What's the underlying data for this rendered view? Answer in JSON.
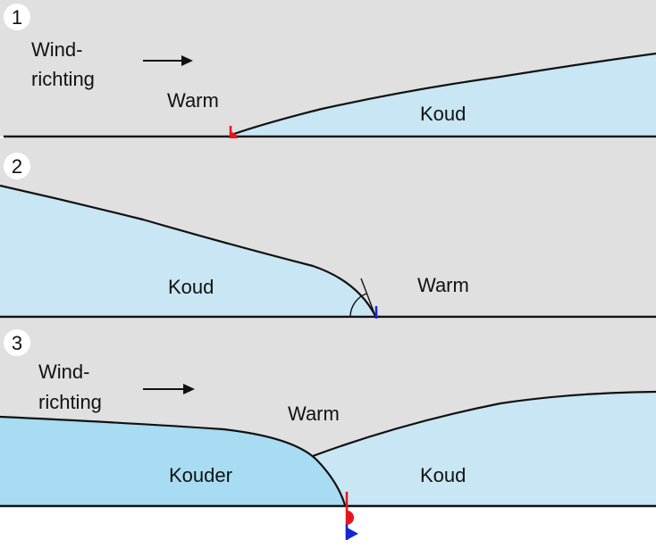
{
  "panels": [
    {
      "number": "1",
      "wind_label_line1": "Wind-",
      "wind_label_line2": "richting",
      "warm_label": "Warm",
      "cold_label": "Koud"
    },
    {
      "number": "2",
      "cold_label": "Koud",
      "warm_label": "Warm"
    },
    {
      "number": "3",
      "wind_label_line1": "Wind-",
      "wind_label_line2": "richting",
      "warm_label": "Warm",
      "colder_label": "Kouder",
      "cold_label": "Koud"
    }
  ],
  "colors": {
    "warm_air": "#e0e0e0",
    "cold_air": "#c8e6f4",
    "colder_air": "#a7dcf2",
    "warm_front_symbol": "#e8141b",
    "cold_front_symbol": "#1226d6"
  }
}
